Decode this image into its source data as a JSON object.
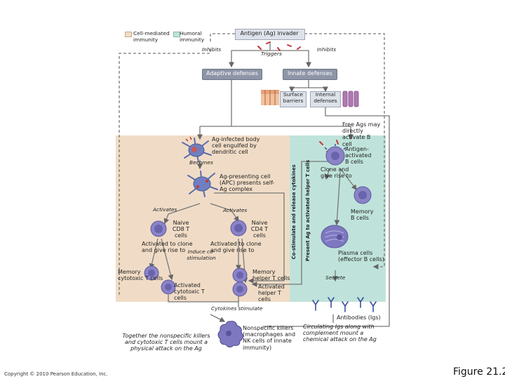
{
  "legend": {
    "cell_mediated": "Cell-mediated immunity",
    "humoral": "Humoral immunity",
    "cell_mediated_color": "#f0dcc6",
    "humoral_color": "#bfe3da"
  },
  "top": {
    "antigen": "Antigen (Ag) invader",
    "inhibits_left": "Inhibits",
    "inhibits_right": "Inhibits",
    "triggers": "Triggers"
  },
  "defenses": {
    "adaptive": "Adaptive defenses",
    "innate": "Innate defenses",
    "surface": "Surface barriers",
    "internal": "Internal defenses"
  },
  "cell_mediated": {
    "ag_infected": "Ag-infected body cell engulfed by dendritic cell",
    "becomes": "Becomes",
    "apc": "Ag-presenting cell (APC) presents self-Ag complex",
    "activates_left": "Activates",
    "activates_right": "Activates",
    "naive_cd8": "Naive CD8 T cells",
    "naive_cd4": "Naive CD4 T cells",
    "activated_clone_left": "Activated to clone and give rise to",
    "induce": "Induce co-stimulation",
    "activated_clone_right": "Activated to clone and give rise to",
    "memory_cytotoxic": "Memory cytotoxic T cells",
    "activated_cytotoxic": "Activated cytotoxic T cells",
    "memory_helper": "Memory helper T cells",
    "activated_helper": "Activated helper T cells",
    "cytokines_stimulate": "Cytokines stimulate",
    "together": "Together the nonspecific killers and cytotoxic T cells mount a physical attack on the Ag",
    "nonspecific": "Nonspecific killers (macrophages and NK cells of innate immunity)"
  },
  "vertical_labels": {
    "cytokines_release": "Co-stimulate and release cytokines",
    "present_ag": "Present Ag to activated helper T cells"
  },
  "humoral": {
    "free_ags": "Free Ags may directly activate B cell",
    "ag_activated": "Antigen-activated B cells",
    "clone": "Clone and give rise to",
    "memory_b": "Memory B cells",
    "plasma": "Plasma cells (effector B cells)",
    "secrete": "Secrete",
    "antibodies": "Antibodies (Igs)",
    "circulating": "Circulating Igs along with complement mount a chemical attack on the Ag"
  },
  "footer": {
    "copyright": "Copyright © 2010 Pearson Education, Inc.",
    "figure": "Figure 21.21"
  }
}
